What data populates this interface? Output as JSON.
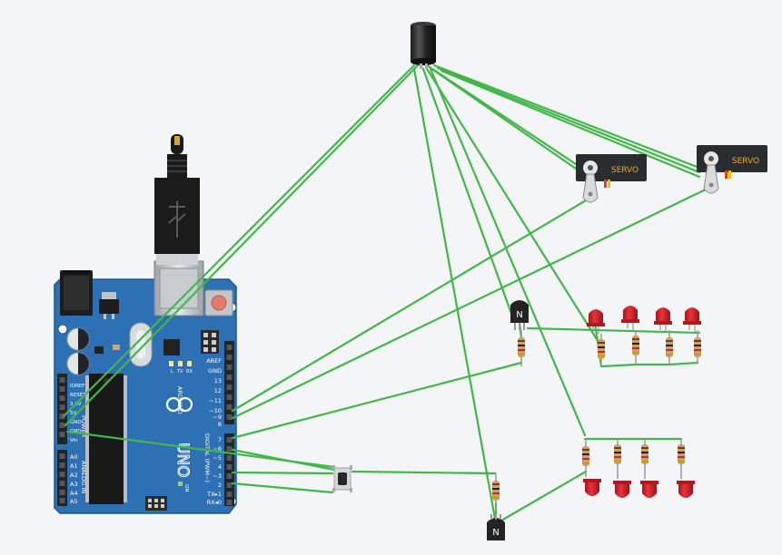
{
  "arduino": {
    "digital_header": "DIGITAL (PWM~)",
    "pins_top": [
      "AREF",
      "GND",
      "13",
      "12",
      "~11",
      "~10",
      "~9",
      "8"
    ],
    "pins_bottom": [
      "7",
      "~6",
      "~5",
      "4",
      "~3",
      "2",
      "TX▸1",
      "RX◂0"
    ],
    "power_header": "POWER",
    "power_pins": [
      "IOREF",
      "RESET",
      "3.3V",
      "5V",
      "GND",
      "GND",
      "Vin"
    ],
    "analog_header": "ANALOG IN",
    "analog_pins": [
      "A0",
      "A1",
      "A2",
      "A3",
      "A4",
      "A5"
    ],
    "brand": "ARDUINO",
    "model": "UNO",
    "on_label": "ON",
    "led_l": "L",
    "led_tx": "TX",
    "led_rx": "RX"
  },
  "servos": [
    {
      "label": "SERVO"
    },
    {
      "label": "SERVO"
    }
  ],
  "transistors": [
    {
      "label": "N"
    },
    {
      "label": "N"
    }
  ],
  "colors": {
    "wire": "#43b649",
    "board": "#2d70b3",
    "led": "#d42027",
    "servo_body": "#2a2d30",
    "servo_text": "#f0a830"
  }
}
